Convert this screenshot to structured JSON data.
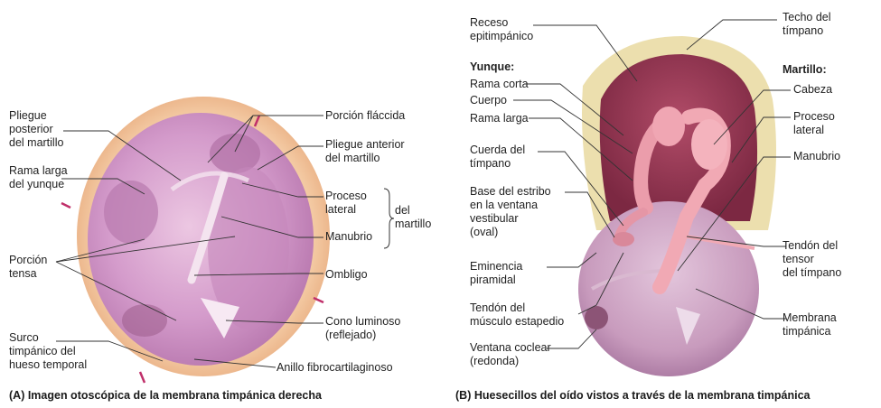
{
  "panelA": {
    "caption": "(A) Imagen otoscópica de la membrana timpánica derecha",
    "labels": {
      "pliegue_posterior": "Pliegue\nposterior\ndel martillo",
      "rama_larga_yunque": "Rama larga\ndel yunque",
      "porcion_tensa": "Porción\ntensa",
      "surco_timpanico": "Surco\ntimpánico del\nhueso temporal",
      "porcion_flaccida": "Porción fláccida",
      "pliegue_anterior": "Pliegue anterior\ndel martillo",
      "proceso_lateral": "Proceso\nlateral",
      "manubrio": "Manubrio",
      "del_martillo": "del\nmartillo",
      "ombligo": "Ombligo",
      "cono_luminoso": "Cono luminoso\n(reflejado)",
      "anillo": "Anillo fibrocartilaginoso"
    }
  },
  "panelB": {
    "caption": "(B) Huesecillos del oído vistos a través de la membrana timpánica",
    "labels": {
      "receso": "Receso\nepitimpánico",
      "yunque_title": "Yunque:",
      "rama_corta": "Rama corta",
      "cuerpo": "Cuerpo",
      "rama_larga": "Rama larga",
      "cuerda_timpano": "Cuerda del\ntímpano",
      "base_estribo": "Base del estribo\nen la ventana\nvestibular\n(oval)",
      "eminencia": "Eminencia\npiramidal",
      "tendon_estapedio": "Tendón del\nmúsculo estapedio",
      "ventana_coclear": "Ventana coclear\n(redonda)",
      "techo_timpano": "Techo del\ntímpano",
      "martillo_title": "Martillo:",
      "cabeza": "Cabeza",
      "proceso_lateral": "Proceso\nlateral",
      "manubrio": "Manubrio",
      "tendon_tensor": "Tendón del\ntensor\ndel tímpano",
      "membrana": "Membrana\ntimpánica"
    }
  },
  "colors": {
    "membrane": "#c98fc0",
    "membrane_light": "#e6c3de",
    "rim": "#eebd93",
    "bone": "#eadfb0",
    "cavity": "#9c3a55",
    "ossicle": "#f1a9b4",
    "leader": "#333333"
  }
}
